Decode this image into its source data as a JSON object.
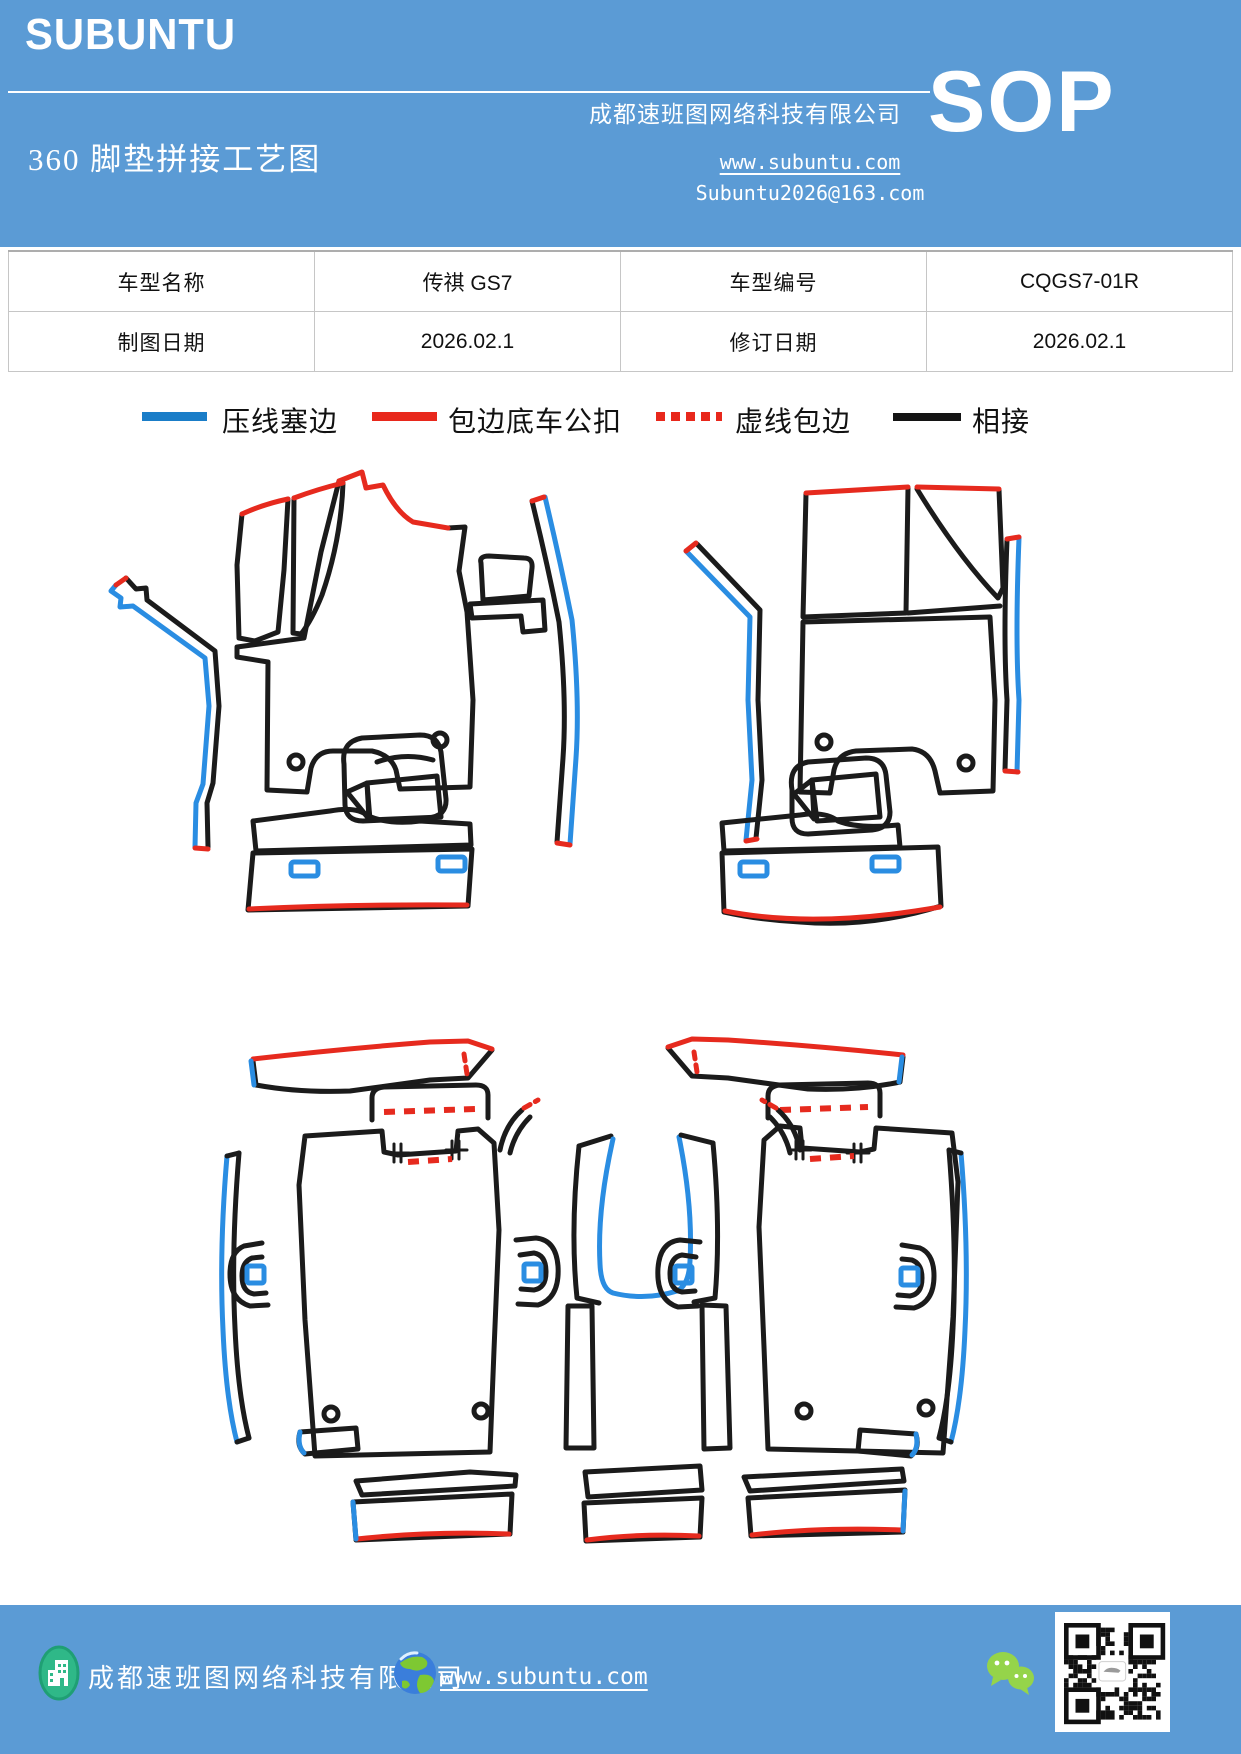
{
  "header": {
    "logo": "SUBUNTU",
    "company": "成都速班图网络科技有限公司",
    "sop_label": "SOP",
    "title": "360 脚垫拼接工艺图",
    "website": "www.subuntu.com",
    "email": "Subuntu2026@163.com"
  },
  "info_table": {
    "rows": [
      {
        "c1_label": "车型名称",
        "c1_value": "传祺 GS7",
        "c2_label": "车型编号",
        "c2_value": "CQGS7-01R"
      },
      {
        "c1_label": "制图日期",
        "c1_value": "2026.02.1",
        "c2_label": "修订日期",
        "c2_value": "2026.02.1"
      }
    ]
  },
  "legend": {
    "items": [
      {
        "label": "压线塞边",
        "style": "solid",
        "color": "#1a7dc8"
      },
      {
        "label": "包边底车公扣",
        "style": "solid",
        "color": "#e8281c"
      },
      {
        "label": "虚线包边",
        "style": "dotted",
        "color": "#e8281c"
      },
      {
        "label": "相接",
        "style": "solid",
        "color": "#141414"
      }
    ]
  },
  "diagram": {
    "description": "360度汽车脚垫拼接工艺线稿：上排为前排左右脚垫分片，下排为后排脚垫分片",
    "stroke_colors": {
      "outline": "#1b1b1b",
      "press_edge": "#2a8de2",
      "wrap_edge": "#e62a1e"
    }
  },
  "footer": {
    "company": "成都速班图网络科技有限公司",
    "website": "www.subuntu.com",
    "icons": [
      "building-icon",
      "globe-icon",
      "wechat-icon",
      "qr-code"
    ]
  }
}
